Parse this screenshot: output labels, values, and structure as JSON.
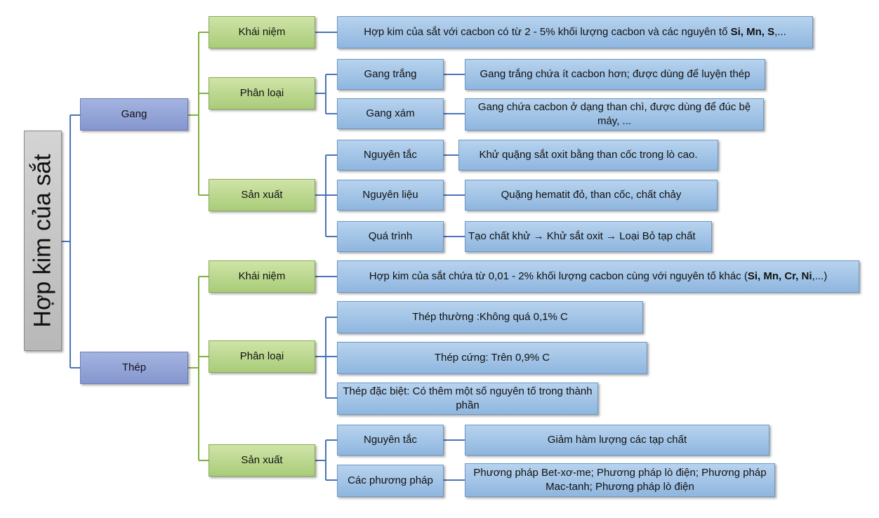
{
  "root": {
    "label": "Hợp kim của sắt"
  },
  "colors": {
    "root_fill": "#c6c6c6",
    "level1_fill": "#8e9fd6",
    "level2_fill": "#b5d489",
    "level3_fill": "#a4c6e8",
    "blue_link": "#4a74b8",
    "green_link": "#7fb040"
  },
  "gang": {
    "label": "Gang",
    "khai_niem": {
      "label": "Khái niệm",
      "text_pre": "Hợp kim của sắt với cacbon có từ 2 - 5% khối lượng cacbon và các nguyên tố ",
      "text_bold": "Si, Mn, S",
      "text_post": ",..."
    },
    "phan_loai": {
      "label": "Phân loại",
      "items": [
        {
          "label": "Gang trắng",
          "text": "Gang trắng chứa ít cacbon hơn; được dùng để luyện thép"
        },
        {
          "label": "Gang xám",
          "text": "Gang chứa cacbon ở dạng than chì, được dùng để đúc bệ máy, ..."
        }
      ]
    },
    "san_xuat": {
      "label": "Sản xuất",
      "items": [
        {
          "label": "Nguyên tắc",
          "text": "Khử quặng sắt oxit bằng than cốc trong lò cao."
        },
        {
          "label": "Nguyên liệu",
          "text": "Quặng hematit đỏ, than cốc, chất chảy"
        },
        {
          "label": "Quá trình",
          "text": "Tạo chất khử → Khử sắt oxit → Loại Bỏ tạp chất"
        }
      ]
    }
  },
  "thep": {
    "label": "Thép",
    "khai_niem": {
      "label": "Khái niệm",
      "text_pre": "Hợp kim của sắt chứa từ 0,01 - 2% khối lượng cacbon cùng với nguyên tố khác (",
      "text_bold": "Si, Mn, Cr, Ni",
      "text_post": ",...)"
    },
    "phan_loai": {
      "label": "Phân loại",
      "items": [
        {
          "text": "Thép thường :Không quá 0,1% C"
        },
        {
          "text": "Thép cứng: Trên 0,9% C"
        },
        {
          "text": "Thép đặc biệt: Có thêm một số nguyên tố trong thành phần"
        }
      ]
    },
    "san_xuat": {
      "label": "Sản xuất",
      "items": [
        {
          "label": "Nguyên tắc",
          "text": "Giảm hàm lượng các tạp chất"
        },
        {
          "label": "Các phương pháp",
          "text": "Phương pháp Bet-xơ-me; Phương pháp lò điện; Phương pháp Mac-tanh; Phương pháp lò điện"
        }
      ]
    }
  }
}
